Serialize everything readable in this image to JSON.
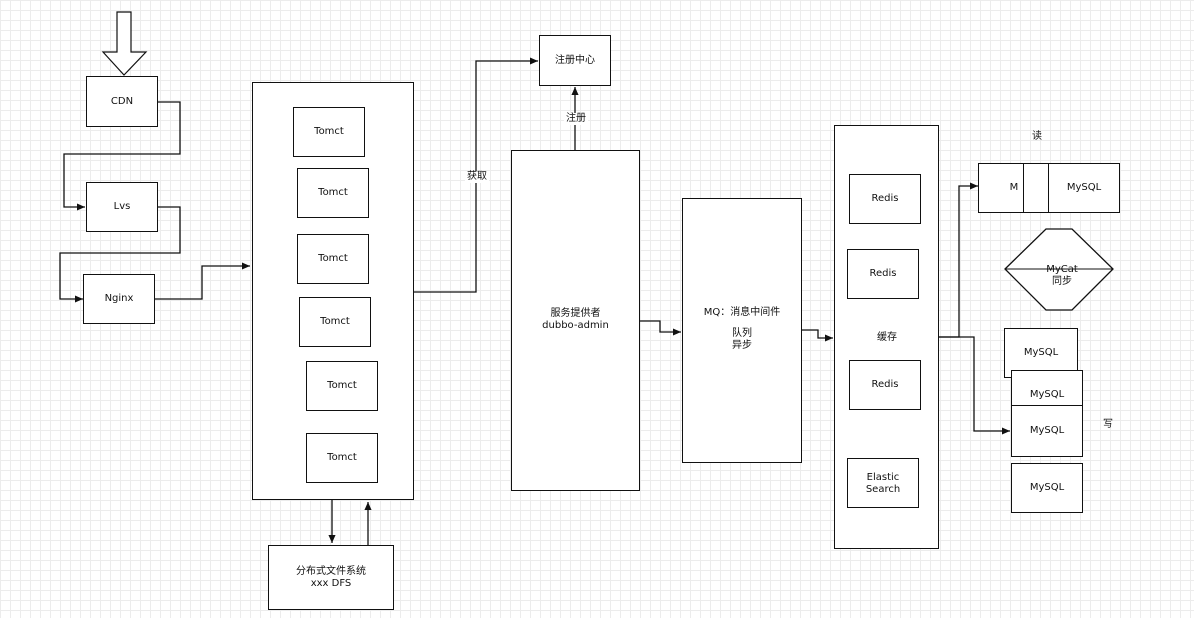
{
  "nodes": {
    "cdn": "CDN",
    "lvs": "Lvs",
    "nginx": "Nginx",
    "tomcat": [
      "Tomct",
      "Tomct",
      "Tomct",
      "Tomct",
      "Tomct",
      "Tomct"
    ],
    "dfs": [
      "分布式文件系统",
      "xxx DFS"
    ],
    "registry": "注册中心",
    "provider": [
      "服务提供者",
      "dubbo-admin"
    ],
    "mq": [
      "MQ：消息中间件",
      "",
      "队列",
      "异步"
    ],
    "cache_label": "缓存",
    "redis": [
      "Redis",
      "Redis",
      "Redis"
    ],
    "elastic": [
      "Elastic",
      "Search"
    ],
    "mysql_read": [
      "M",
      "M",
      "MySQL"
    ],
    "mycat": [
      "MyCat",
      "同步"
    ],
    "mysql_write": [
      "MySQL",
      "MySQL",
      "MySQL",
      "MySQL"
    ]
  },
  "edge_labels": {
    "fetch": "获取",
    "register": "注册",
    "read": "读",
    "write": "写"
  },
  "colors": {
    "stroke": "#111111",
    "grid": "#ececec",
    "background": "#ffffff"
  }
}
